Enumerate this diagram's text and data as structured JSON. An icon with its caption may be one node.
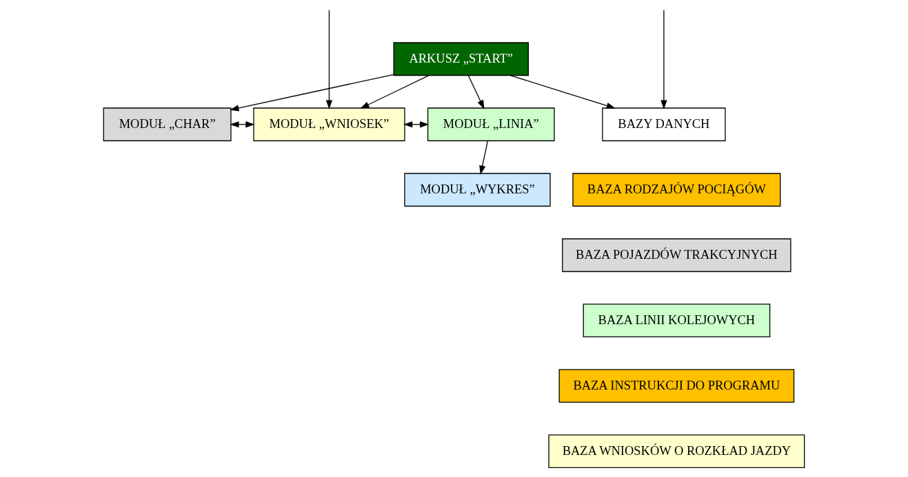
{
  "diagram": {
    "nodes": [
      {
        "text": [
          "ARKUSZ „START”"
        ]
      },
      {
        "text": [
          "MODUŁ „CHAR”"
        ]
      },
      {
        "text": [
          "MODUŁ „WNIOSEK”"
        ]
      },
      {
        "text": [
          "MODUŁ „LINIA”"
        ]
      },
      {
        "text": [
          "MODUŁ „WYKRES”"
        ]
      },
      {
        "text": [
          "BAZY DANYCH"
        ]
      },
      {
        "text": [
          "BAZA RODZAJÓW POCIĄGÓW"
        ]
      },
      {
        "text": [
          "BAZA POJAZDÓW TRAKCYJNYCH"
        ]
      },
      {
        "text": [
          "BAZA LINII KOLEJOWYCH"
        ]
      },
      {
        "text": [
          "BAZA INSTRUKCJI DO PROGRAMU"
        ]
      },
      {
        "text": [
          "BAZA WNIOSKÓW O ROZKŁAD JAZDY"
        ]
      }
    ],
    "edges": [
      {
        "from": 0,
        "to": 1,
        "arrow": "to"
      },
      {
        "from": 0,
        "to": 2,
        "arrow": "to"
      },
      {
        "from": 0,
        "to": 3,
        "arrow": "to"
      },
      {
        "from": 0,
        "to": 5,
        "arrow": "to"
      },
      {
        "from": 1,
        "to": 2,
        "arrow": "both"
      },
      {
        "from": 2,
        "to": 3,
        "arrow": "both"
      },
      {
        "from": 3,
        "to": 4,
        "arrow": "to"
      },
      {
        "from": null,
        "to": 2,
        "arrow": "to"
      },
      {
        "from": null,
        "to": 5,
        "arrow": "to"
      }
    ]
  }
}
